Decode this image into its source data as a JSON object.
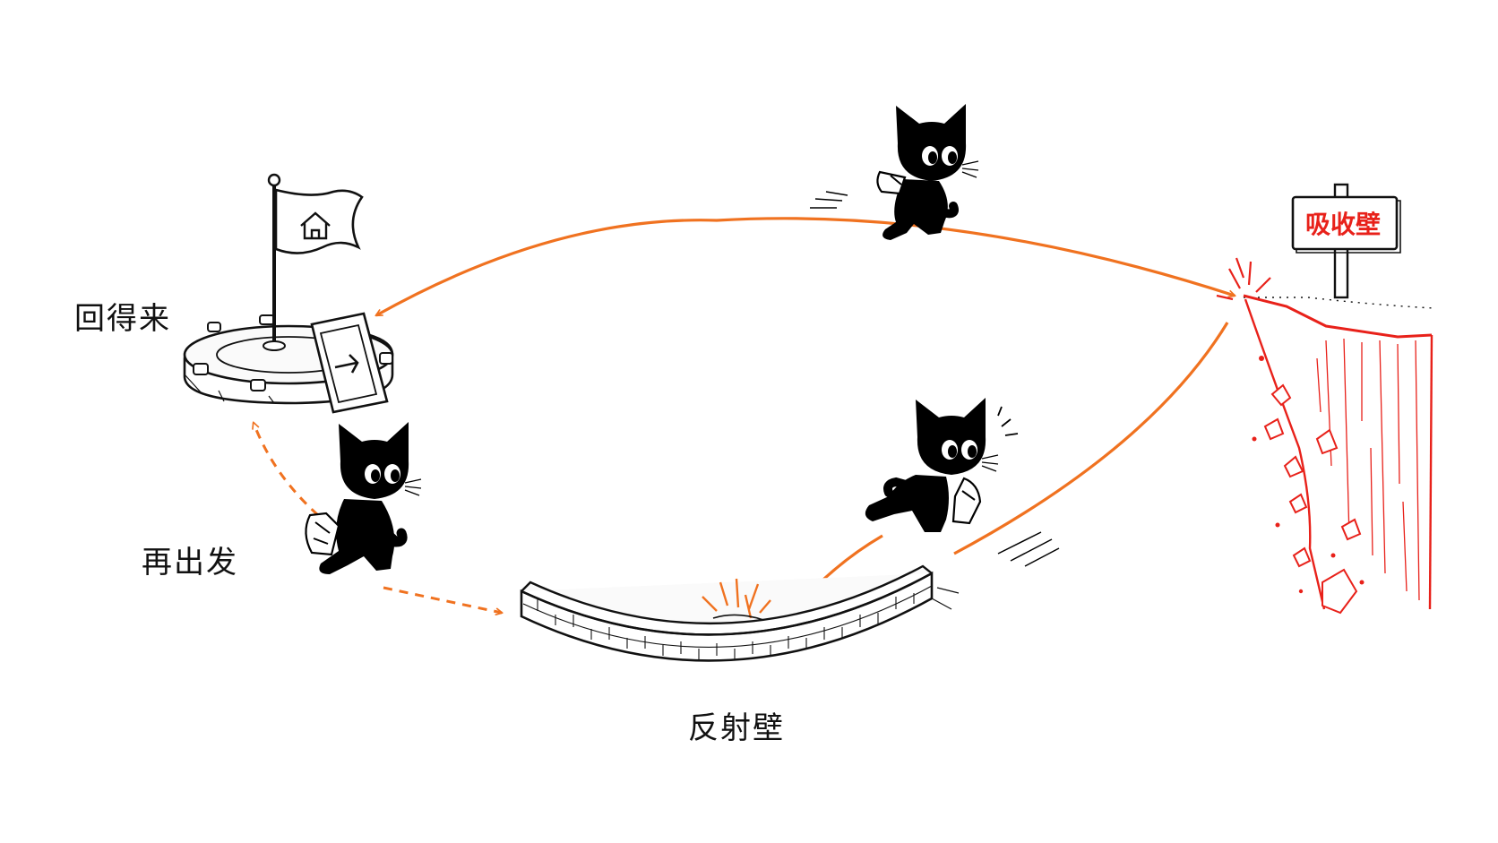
{
  "labels": {
    "return_home": "回得来",
    "restart": "再出发",
    "reflect_wall": "反射壁",
    "absorb_wall": "吸收壁"
  },
  "colors": {
    "path": "#f07220",
    "absorb": "#e8211a",
    "ink": "#111111",
    "cat": "#000000"
  },
  "icons": {
    "flag": "house-icon",
    "sign": "arrow-right-icon"
  }
}
